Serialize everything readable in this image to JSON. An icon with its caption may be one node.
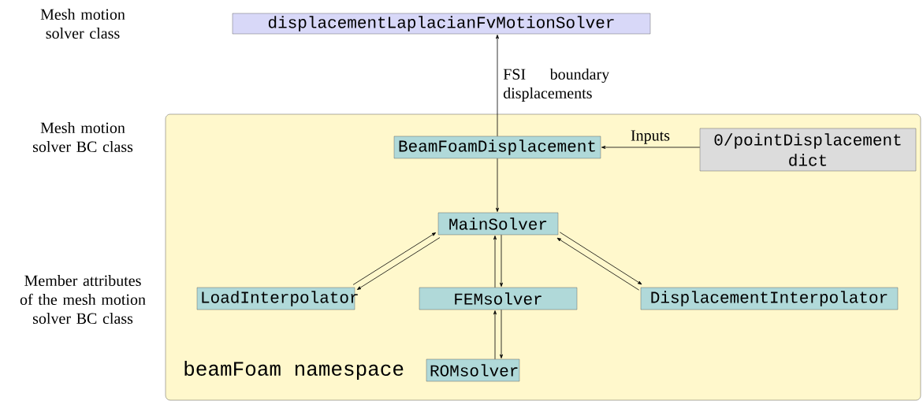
{
  "diagram": {
    "nodes": [
      {
        "text": [
          "displacementLaplacianFvMotionSolver"
        ]
      },
      {
        "text": [
          "beamFoam namespace"
        ]
      },
      {
        "text": [
          "BeamFoamDisplacement"
        ],
        "in": 1
      },
      {
        "text": [
          "0/pointDisplacement dict"
        ],
        "in": 1
      },
      {
        "text": [
          "MainSolver"
        ],
        "in": 1
      },
      {
        "text": [
          "LoadInterpolator"
        ],
        "in": 1
      },
      {
        "text": [
          "FEMsolver"
        ],
        "in": 1
      },
      {
        "text": [
          "DisplacementInterpolator"
        ],
        "in": 1
      },
      {
        "text": [
          "ROMsolver"
        ],
        "in": 1
      }
    ],
    "edges": [
      {
        "from": 2,
        "to": 0,
        "arrow": "to",
        "label": "FSI boundary displacements"
      },
      {
        "from": 3,
        "to": 2,
        "arrow": "to",
        "label": "Inputs"
      },
      {
        "from": 2,
        "to": 4,
        "arrow": "to"
      },
      {
        "from": 5,
        "to": 4,
        "arrow": "to"
      },
      {
        "from": 4,
        "to": 5,
        "arrow": "to"
      },
      {
        "from": 6,
        "to": 4,
        "arrow": "to"
      },
      {
        "from": 4,
        "to": 6,
        "arrow": "to"
      },
      {
        "from": 7,
        "to": 4,
        "arrow": "to"
      },
      {
        "from": 4,
        "to": 7,
        "arrow": "to"
      },
      {
        "from": 8,
        "to": 6,
        "arrow": "to"
      },
      {
        "from": 6,
        "to": 8,
        "arrow": "to"
      }
    ],
    "labels": [
      "Mesh motion solver class",
      "Mesh motion solver BC class",
      "Member attributes of the mesh motion solver BC class"
    ]
  }
}
